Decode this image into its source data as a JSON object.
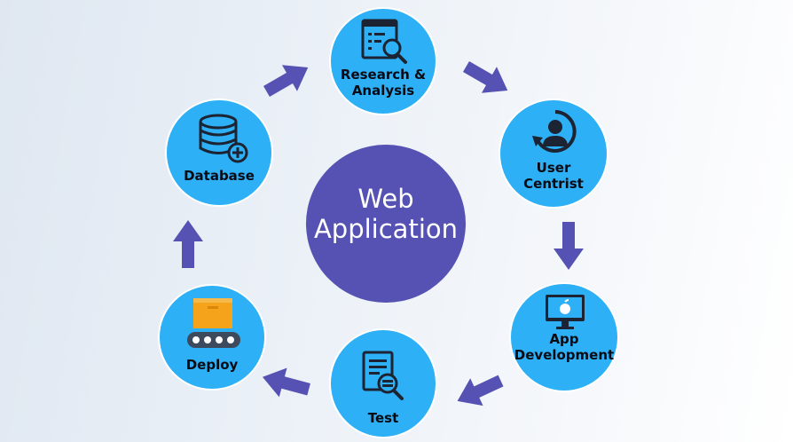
{
  "colors": {
    "node_fill": "#2db0f5",
    "center_fill": "#5652b3",
    "arrow": "#5652b3",
    "icon_dark": "#1c2433",
    "box_orange": "#f5a31a"
  },
  "center": {
    "title": "Web\nApplication"
  },
  "nodes": {
    "research": {
      "label": "Research &\nAnalysis",
      "icon": "search-list-icon"
    },
    "user": {
      "label": "User\nCentrist",
      "icon": "user-cycle-icon"
    },
    "app": {
      "label": "App\nDevelopment",
      "icon": "monitor-apple-icon"
    },
    "test": {
      "label": "Test",
      "icon": "document-search-icon"
    },
    "deploy": {
      "label": "Deploy",
      "icon": "box-conveyor-icon"
    },
    "database": {
      "label": "Database",
      "icon": "database-add-icon"
    }
  }
}
